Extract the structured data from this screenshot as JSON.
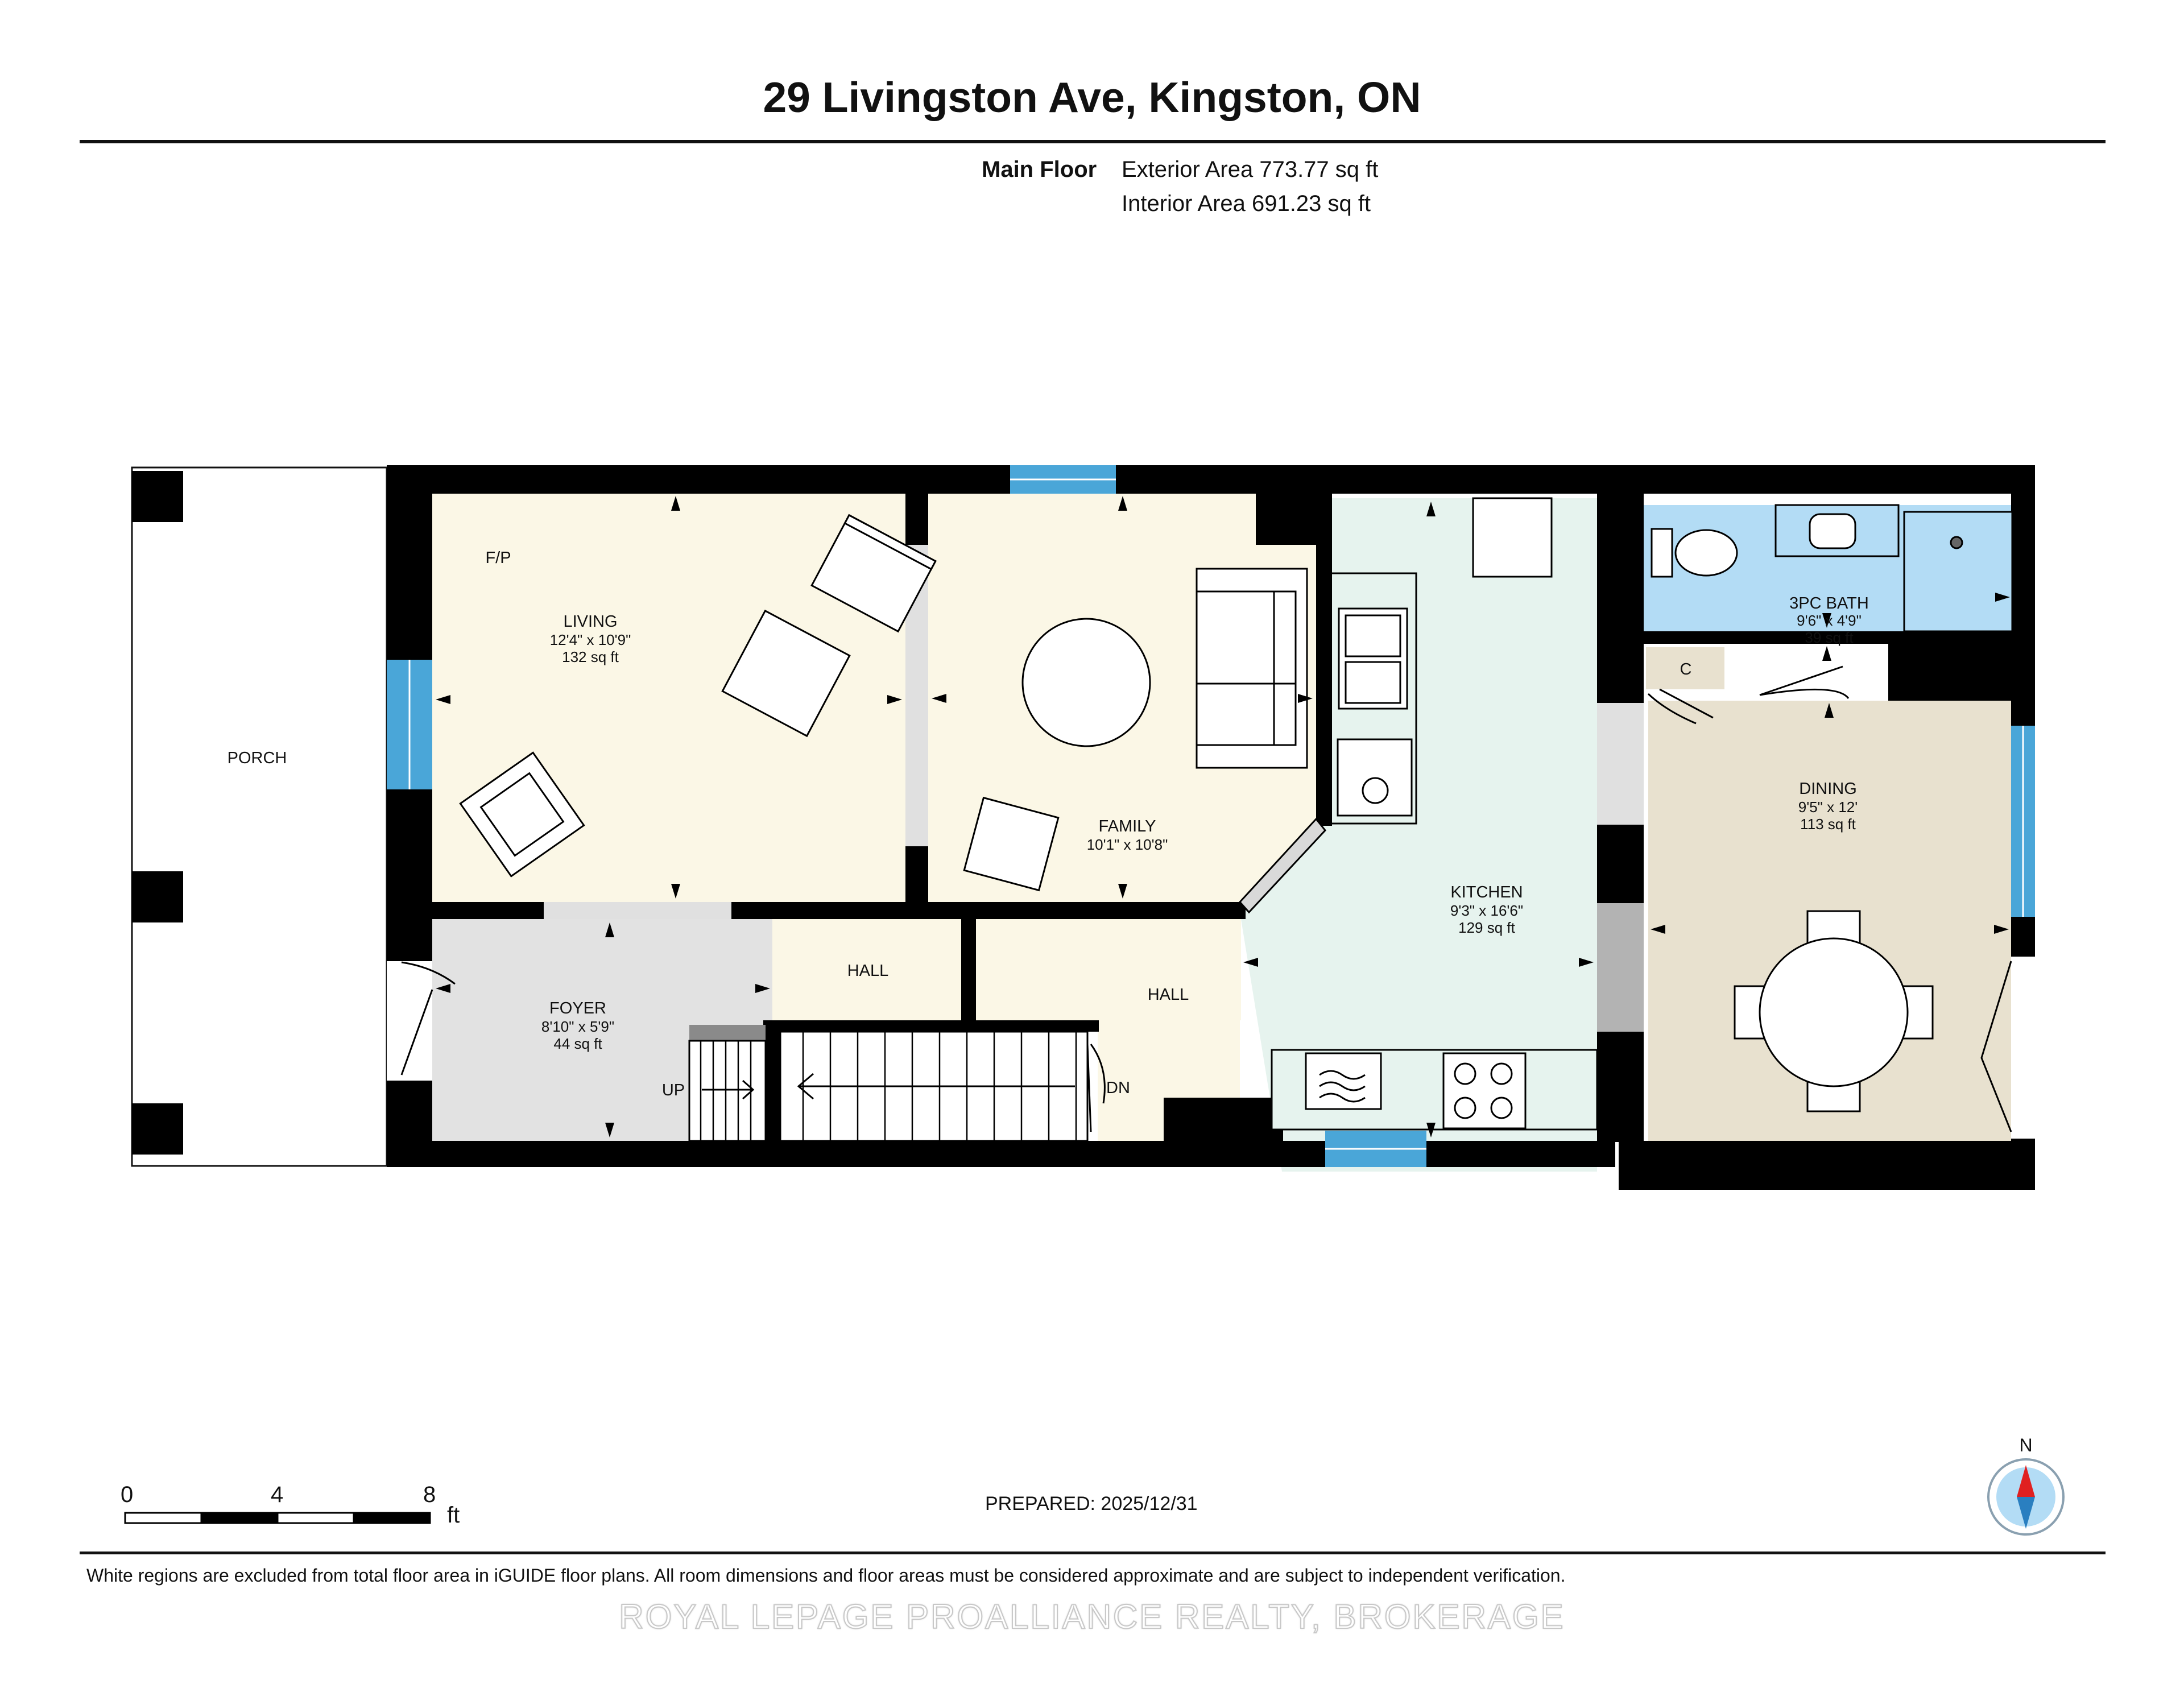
{
  "header": {
    "title": "29 Livingston Ave, Kingston, ON",
    "floor_name": "Main Floor",
    "exterior_area": "Exterior Area 773.77 sq ft",
    "interior_area": "Interior Area 691.23 sq ft"
  },
  "rooms": {
    "porch": {
      "name": "PORCH"
    },
    "fireplace": {
      "name": "F/P"
    },
    "living": {
      "name": "LIVING",
      "dims": "12'4\" x 10'9\"",
      "area": "132 sq ft"
    },
    "family": {
      "name": "FAMILY",
      "dims": "10'1\" x 10'8\""
    },
    "kitchen": {
      "name": "KITCHEN",
      "dims": "9'3\" x 16'6\"",
      "area": "129 sq ft"
    },
    "bath": {
      "name": "3PC BATH",
      "dims": "9'6\" x 4'9\"",
      "area": "39 sq ft"
    },
    "closet": {
      "name": "C"
    },
    "dining": {
      "name": "DINING",
      "dims": "9'5\" x 12'",
      "area": "113 sq ft"
    },
    "foyer": {
      "name": "FOYER",
      "dims": "8'10\" x 5'9\"",
      "area": "44 sq ft"
    },
    "hall1": {
      "name": "HALL"
    },
    "hall2": {
      "name": "HALL"
    },
    "stairs_up": {
      "name": "UP"
    },
    "stairs_down": {
      "name": "DN"
    }
  },
  "scale": {
    "ticks": [
      "0",
      "4",
      "8"
    ],
    "unit": "ft"
  },
  "compass": {
    "label": "N"
  },
  "footer": {
    "prepared": "PREPARED: 2025/12/31",
    "disclaimer": "White regions are excluded from total floor area in iGUIDE floor plans. All room dimensions and floor areas must be considered approximate and are subject to independent verification.",
    "watermark": "ROYAL LEPAGE PROALLIANCE REALTY, BROKERAGE"
  },
  "colors": {
    "living": "#fbf7e6",
    "kitchen": "#e6f3ee",
    "bath": "#b3dcf5",
    "dining": "#e8e1cf",
    "foyer": "#e2e2e2",
    "wall": "#000000",
    "window": "#4aa6d8",
    "compass_arrow": "#e02020"
  }
}
